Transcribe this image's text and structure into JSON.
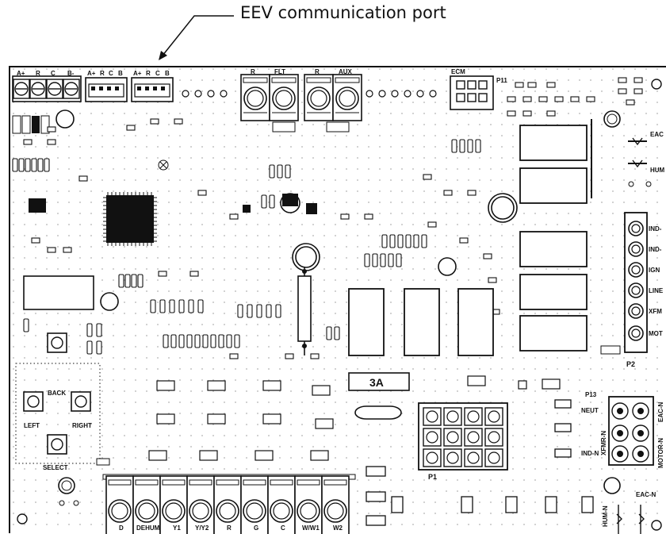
{
  "callout": {
    "text": "EEV communication port"
  },
  "connectors": {
    "top_left_terminal": [
      "A+",
      "R",
      "C",
      "B-"
    ],
    "top_header_1": [
      "A+",
      "R",
      "C",
      "B"
    ],
    "top_header_2": [
      "A+",
      "R",
      "C",
      "B"
    ],
    "relay_terminals": [
      "R",
      "FLT",
      "R",
      "AUX"
    ],
    "ecm": "ECM",
    "p11": "P11",
    "p2": {
      "label": "P2",
      "pins": [
        "IND-",
        "IND-",
        "IGN",
        "LINE",
        "XFM",
        "MOT"
      ]
    },
    "p13": {
      "label": "P13",
      "pins": [
        "NEUT",
        "XFMR-N",
        "IND-N",
        "EAC-N",
        "MOTOR-N"
      ]
    },
    "p1": "P1",
    "bottom_terminal": [
      "D",
      "DEHUM",
      "Y1",
      "Y/Y2",
      "R",
      "G",
      "C",
      "W/W1",
      "W2"
    ]
  },
  "labels": {
    "eac": "EAC",
    "hum": "HUM",
    "fuse": "3A",
    "eac_n": "EAC-N",
    "hum_n": "HUM-N",
    "back": "BACK",
    "left": "LEFT",
    "right": "RIGHT",
    "select": "SELECT"
  }
}
